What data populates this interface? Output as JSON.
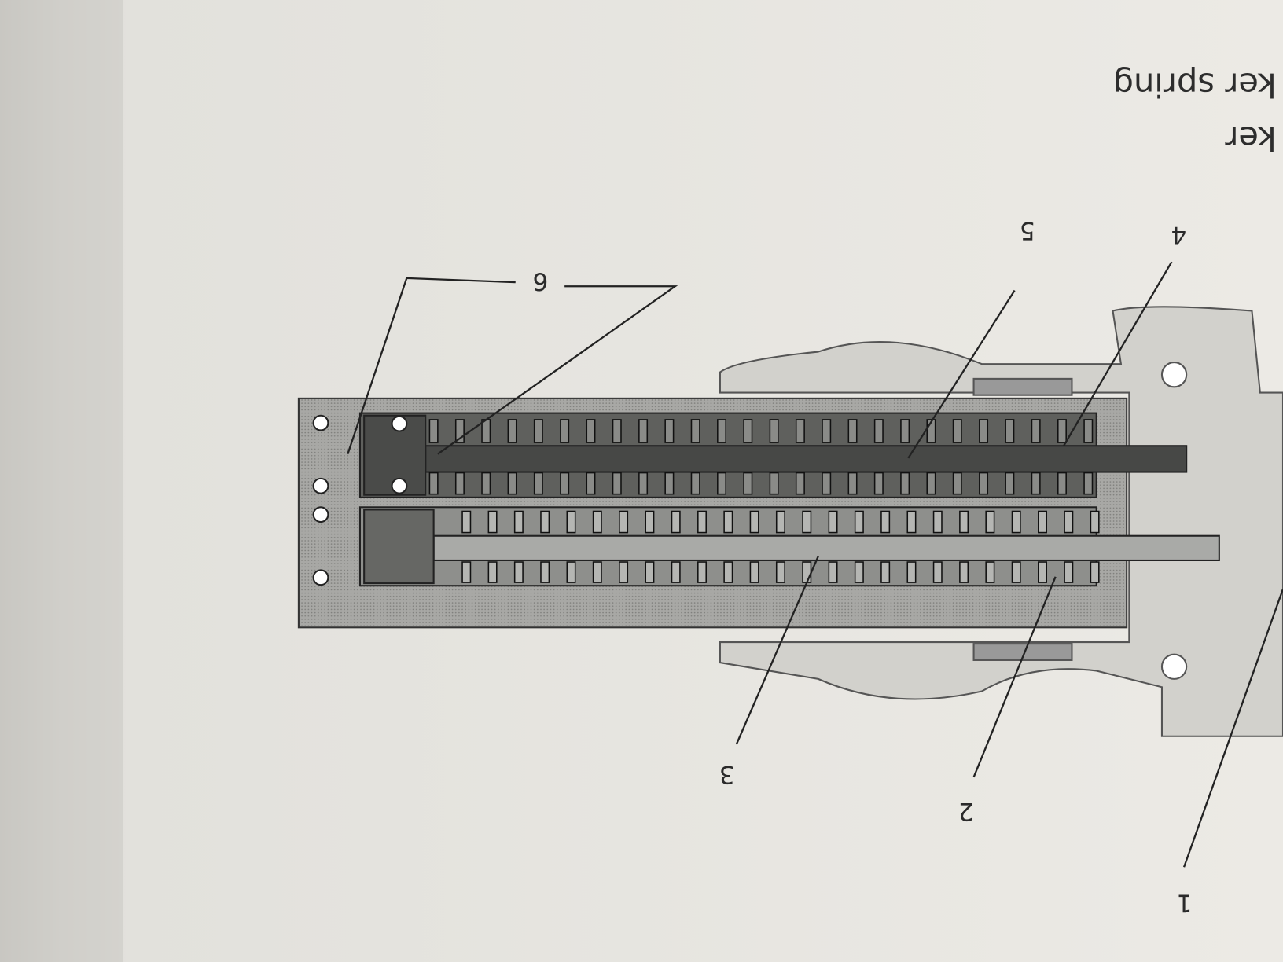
{
  "page": {
    "caption_lines": [
      "ker spring",
      "ker"
    ]
  },
  "diagram": {
    "callouts": [
      "1",
      "2",
      "3",
      "4",
      "5",
      "6"
    ],
    "colors": {
      "paper": "#e8e7e2",
      "binding_shadow": "#c9c8c3",
      "housing": "#a9a9a6",
      "bore_dark": "#5d5e5c",
      "bore_light": "#9c9d9a",
      "frame": "#cfceca"
    }
  }
}
